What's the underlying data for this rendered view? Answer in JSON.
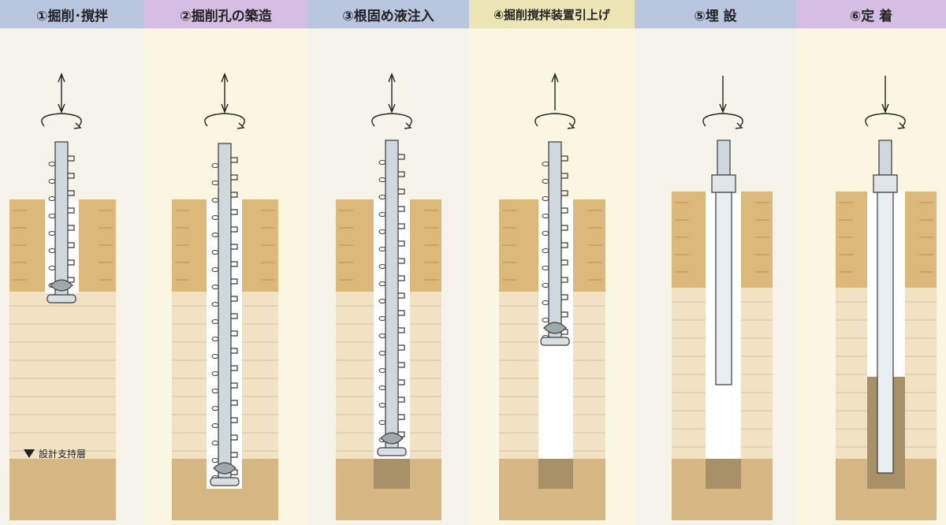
{
  "steps": [
    {
      "label": "①掘削･撹拌",
      "color": "#b9c6e0"
    },
    {
      "label": "②掘削孔の築造",
      "color": "#d6bde4"
    },
    {
      "label": "③根固め液注入",
      "color": "#b9c6e0"
    },
    {
      "label": "④掘削撹拌装置引上げ",
      "color": "#ece6b6"
    },
    {
      "label": "⑤埋 設",
      "color": "#b9c6e0"
    },
    {
      "label": "⑥定 着",
      "color": "#d6bde4"
    }
  ],
  "stratum_label": "設計支持層",
  "colors": {
    "panel_light": "#f6f4ea",
    "panel_cream": "#fbf6e2",
    "topsoil": "#dcb97a",
    "midsoil": "#f1e2c4",
    "support_layer": "#d6b784",
    "cement_fill": "#a89068",
    "rod": "#cfd8dd",
    "rod_stroke": "#3a3a3a"
  },
  "icons": {
    "motion_arrow": "vertical-arrow-icon",
    "rotation": "rotation-arrow-icon",
    "stratum_marker": "triangle-down-icon"
  }
}
